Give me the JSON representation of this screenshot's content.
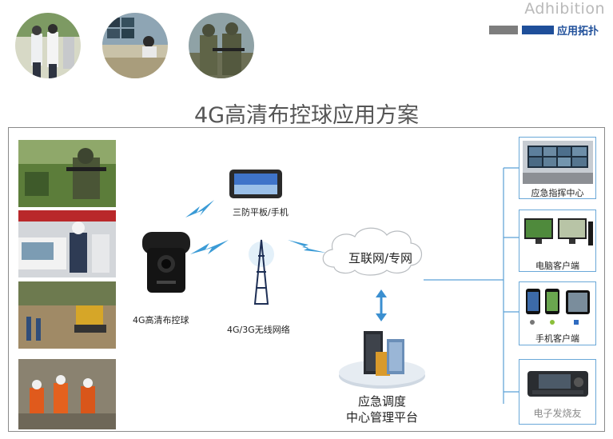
{
  "header": {
    "word": "Adhibition",
    "title": "应用拓扑"
  },
  "main_title": "4G高清布控球应用方案",
  "labels": {
    "camera": "4G高清布控球",
    "tablet": "三防平板/手机",
    "tower": "4G/3G无线网络",
    "cloud": "互联网/专网",
    "platform_line1": "应急调度",
    "platform_line2": "中心管理平台"
  },
  "right_boxes": [
    {
      "label": "应急指挥中心"
    },
    {
      "label": "电脑客户端"
    },
    {
      "label": "手机客户端"
    },
    {
      "label": "电子发烧友"
    }
  ],
  "colors": {
    "accent": "#1f4f9a",
    "line": "#5aa0d6",
    "gray": "#7d7d7d"
  }
}
